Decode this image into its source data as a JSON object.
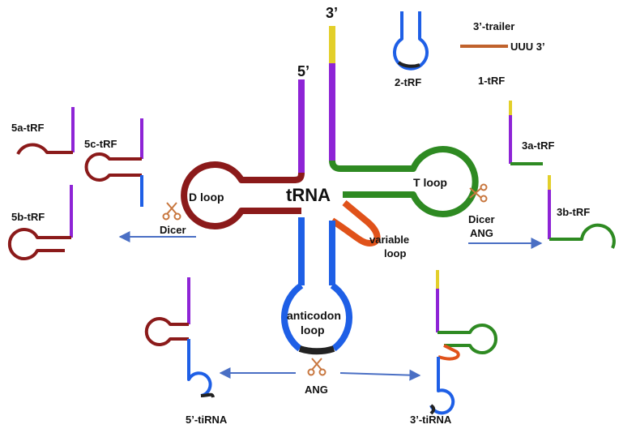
{
  "title": "tRNA",
  "ends": {
    "three_prime": "3’",
    "five_prime": "5’"
  },
  "loops": {
    "d_loop": "D loop",
    "t_loop": "T loop",
    "variable_line1": "variable",
    "variable_line2": "loop",
    "anticodon_line1": "anticodon",
    "anticodon_line2": "loop"
  },
  "enzymes": {
    "dicer_left": "Dicer",
    "dicer_right": "Dicer",
    "ang_right": "ANG",
    "ang_bottom": "ANG"
  },
  "fragments": {
    "f5a": "5a-tRF",
    "f5b": "5b-tRF",
    "f5c": "5c-tRF",
    "f2": "2-tRF",
    "trailer": "3’-trailer",
    "uuu": "UUU 3’",
    "f1": "1-tRF",
    "f3a": "3a-tRF",
    "f3b": "3b-tRF",
    "ti5": "5’-tiRNA",
    "ti3": "3’-tiRNA"
  },
  "colors": {
    "purple": "#8e24d6",
    "yellow": "#e3cf2a",
    "green": "#2e8a22",
    "darkred": "#8b1a1a",
    "blue": "#1e5fe6",
    "orange": "#e0521a",
    "black": "#222222",
    "arrow": "#4a6fc4",
    "trailer": "#c0622c",
    "scissors": "#c8773f"
  }
}
